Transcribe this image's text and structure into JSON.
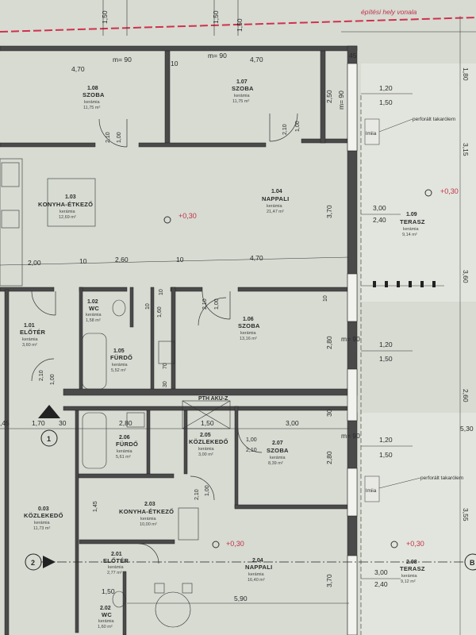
{
  "header_line": "építési hely vonala",
  "rooms": [
    {
      "id": "r108",
      "number": "1.08",
      "name": "SZOBA",
      "floor": "kerámia",
      "area": "11,75 m²"
    },
    {
      "id": "r107",
      "number": "1.07",
      "name": "SZOBA",
      "floor": "kerámia",
      "area": "11,75 m²"
    },
    {
      "id": "r103",
      "number": "1.03",
      "name": "KONYHA-ÉTKEZŐ",
      "floor": "kerámia",
      "area": "12,69 m²"
    },
    {
      "id": "r104",
      "number": "1.04",
      "name": "NAPPALI",
      "floor": "kerámia",
      "area": "21,47 m²"
    },
    {
      "id": "r109",
      "number": "1.09",
      "name": "TERASZ",
      "floor": "kerámia",
      "area": "9,14 m²"
    },
    {
      "id": "r102",
      "number": "1.02",
      "name": "WC",
      "floor": "kerámia",
      "area": "1,58 m²"
    },
    {
      "id": "r101",
      "number": "1.01",
      "name": "ELŐTÉR",
      "floor": "kerámia",
      "area": "3,60 m²"
    },
    {
      "id": "r105",
      "number": "1.05",
      "name": "FÜRDŐ",
      "floor": "kerámia",
      "area": "5,52 m²"
    },
    {
      "id": "r106",
      "number": "1.06",
      "name": "SZOBA",
      "floor": "kerámia",
      "area": "13,16 m²"
    },
    {
      "id": "r206",
      "number": "2.06",
      "name": "FÜRDŐ",
      "floor": "kerámia",
      "area": "5,61 m²"
    },
    {
      "id": "r205",
      "number": "2.05",
      "name": "KÖZLEKEDŐ",
      "floor": "kerámia",
      "area": "3,00 m²"
    },
    {
      "id": "r207",
      "number": "2.07",
      "name": "SZOBA",
      "floor": "kerámia",
      "area": "8,39 m²"
    },
    {
      "id": "r003",
      "number": "0.03",
      "name": "KÖZLEKEDŐ",
      "floor": "kerámia",
      "area": "11,73 m²"
    },
    {
      "id": "r203",
      "number": "2.03",
      "name": "KONYHA-ÉTKEZŐ",
      "floor": "kerámia",
      "area": "10,00 m²"
    },
    {
      "id": "r201",
      "number": "2.01",
      "name": "ELŐTÉR",
      "floor": "kerámia",
      "area": "2,77 m²"
    },
    {
      "id": "r204",
      "number": "2.04",
      "name": "NAPPALI",
      "floor": "kerámia",
      "area": "16,40 m²"
    },
    {
      "id": "r208",
      "number": "2.08",
      "name": "TERASZ",
      "floor": "kerámia",
      "area": "9,12 m²"
    },
    {
      "id": "r202",
      "number": "2.02",
      "name": "WC",
      "floor": "kerámia",
      "area": "1,60 m²"
    }
  ],
  "levels": [
    "+0,30",
    "+0,30",
    "+0,30",
    "+0,30"
  ],
  "notes": {
    "perforalt1": "perforált takarólem",
    "perforalt2": "perforált takarólem",
    "beam": "PTH AKU-Z",
    "axis1": "1",
    "axis2": "2",
    "axis_right": "B",
    "roller": "lmiia"
  },
  "dims": {
    "top_150a": "1,50",
    "top_150b": "1,50",
    "top_150c": "1,50",
    "w470a": "4,70",
    "m90a": "m= 90",
    "d10a": "10",
    "m90b": "m= 90",
    "w470b": "4,70",
    "d45": "45",
    "d250": "2,50",
    "m90c": "m= 90",
    "d120a": "1,20",
    "d150a": "1,50",
    "d210a": "2,10",
    "d100a": "1,00",
    "d210b": "2,10",
    "d100b": "1,00",
    "r180": "1,80",
    "r315": "3,15",
    "r360": "3,60",
    "r260": "2,60",
    "r530": "5,30",
    "r355": "3,55",
    "d300a": "3,00",
    "d240a": "2,40",
    "d370a": "3,70",
    "d200": "2,00",
    "d10b": "10",
    "d260": "2,60",
    "d10c": "10",
    "d470c": "4,70",
    "d10d": "10",
    "d10e": "10",
    "d210c": "2,10",
    "d100c": "1,00",
    "d10f": "10",
    "d120b": "1,20",
    "m90d": "m= 90",
    "d150b": "1,50",
    "d280a": "2,80",
    "d210d": "2,10",
    "d100d": "1,00",
    "d160": "1,60",
    "d70": "70",
    "d30a": "30",
    "d145": ",45",
    "d170": "1,70",
    "d30b": "30",
    "d280b": "2,80",
    "d150c": "1,50",
    "d300b": "3,00",
    "d30c": "30",
    "d120c": "1,20",
    "m90e": "m= 90",
    "d150d": "1,50",
    "d280c": "2,80",
    "d100e": "1,00",
    "d210e": "2,10",
    "d210f": "2,10",
    "d100f": "1,00",
    "d145b": "1,45",
    "d300c": "3,00",
    "d240b": "2,40",
    "d370b": "3,70",
    "d590": "5,90",
    "d150e": "1,50"
  }
}
